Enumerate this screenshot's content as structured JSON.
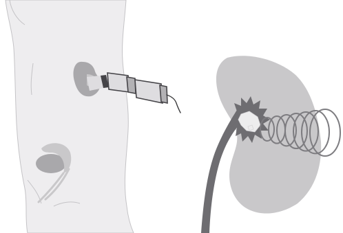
{
  "figure": {
    "background": "#ffffff",
    "colors": {
      "body_fill": "#eeedef",
      "body_outline": "#c4c3c6",
      "organ_light": "#c9c8ca",
      "organ_mid": "#a9a8ab",
      "organ_dark": "#7f7e82",
      "ureter": "#6e6d71",
      "device_light": "#dedde0",
      "device_mid": "#b3b2b5",
      "device_dark": "#454448",
      "stone": "#ededee",
      "cable": "#3a3a3c",
      "wave": "#7d7c80"
    },
    "panels": [
      {
        "id": "body-panel",
        "parts": [
          "torso-outline-icon",
          "kidney-icon",
          "bladder-icon",
          "lithotripter-probe-icon",
          "probe-cable-icon"
        ]
      },
      {
        "id": "kidney-closeup-panel",
        "parts": [
          "kidney-icon",
          "renal-pelvis-icon",
          "ureter-icon",
          "kidney-stone-icon",
          "shock-wave-icon"
        ]
      }
    ],
    "shock_wave_rings": 7
  }
}
